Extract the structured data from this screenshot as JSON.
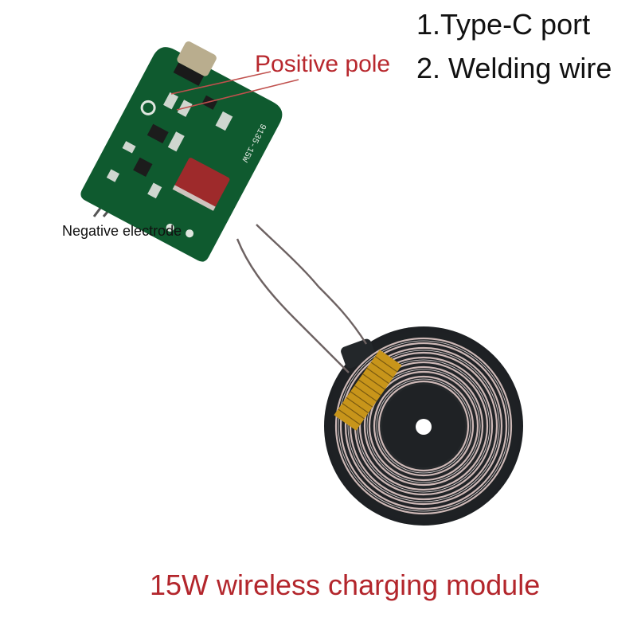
{
  "labels": {
    "type_c_port": "1.Type-C port",
    "welding_wire": "2. Welding wire",
    "positive_pole": "Positive pole",
    "negative_electrode": "Negative electrode",
    "title": "15W wireless charging module"
  },
  "pcb": {
    "silkscreen": "9135-15W",
    "color": "#0f5a2f",
    "capacitor_color": "#9e2a2b",
    "usb_port_color": "#b9ad8e"
  },
  "coil": {
    "backing_color": "#23272a",
    "winding_color": "#c9b3b3",
    "tape_color": "#c8951a",
    "turns": 10
  },
  "colors": {
    "accent_red": "#b3262c",
    "text_black": "#111111",
    "background": "#ffffff"
  }
}
